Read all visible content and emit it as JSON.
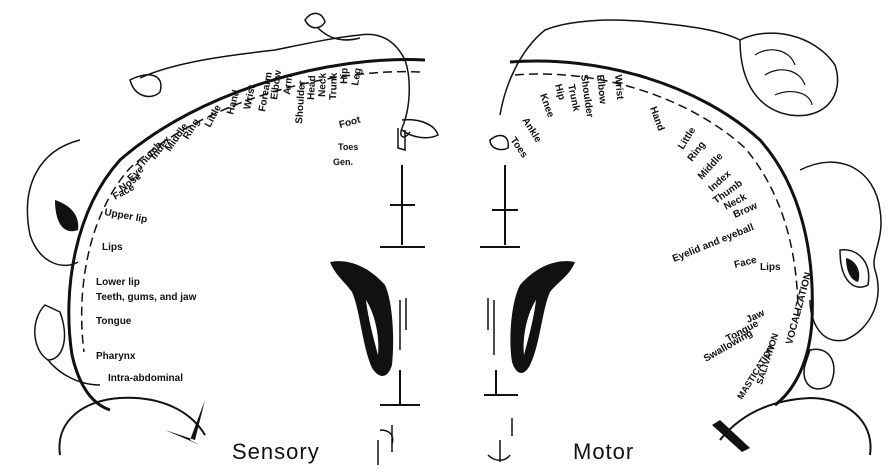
{
  "sensory": {
    "title": "Sensory",
    "labels": [
      "Little",
      "Ring",
      "Middle",
      "Index",
      "Thumb",
      "Eye",
      "Nose",
      "Face",
      "Upper lip",
      "Lips",
      "Lower lip",
      "Teeth, gums, and jaw",
      "Tongue",
      "Pharynx",
      "Intra-abdominal",
      "Hand",
      "Wrist",
      "Forearm",
      "Elbow",
      "Arm",
      "Shoulder",
      "Head",
      "Neck",
      "Trunk",
      "Hip",
      "Leg",
      "Foot",
      "Toes",
      "Gen."
    ]
  },
  "motor": {
    "title": "Motor",
    "labels": [
      "Toes",
      "Ankle",
      "Knee",
      "Hip",
      "Trunk",
      "Shoulder",
      "Elbow",
      "Wrist",
      "Hand",
      "Little",
      "Ring",
      "Middle",
      "Index",
      "Thumb",
      "Neck",
      "Brow",
      "Eyelid and eyeball",
      "Face",
      "Lips",
      "Jaw",
      "Tongue",
      "Swallowing",
      "VOCALIZATION",
      "SALIVATION",
      "MASTICATION"
    ]
  }
}
